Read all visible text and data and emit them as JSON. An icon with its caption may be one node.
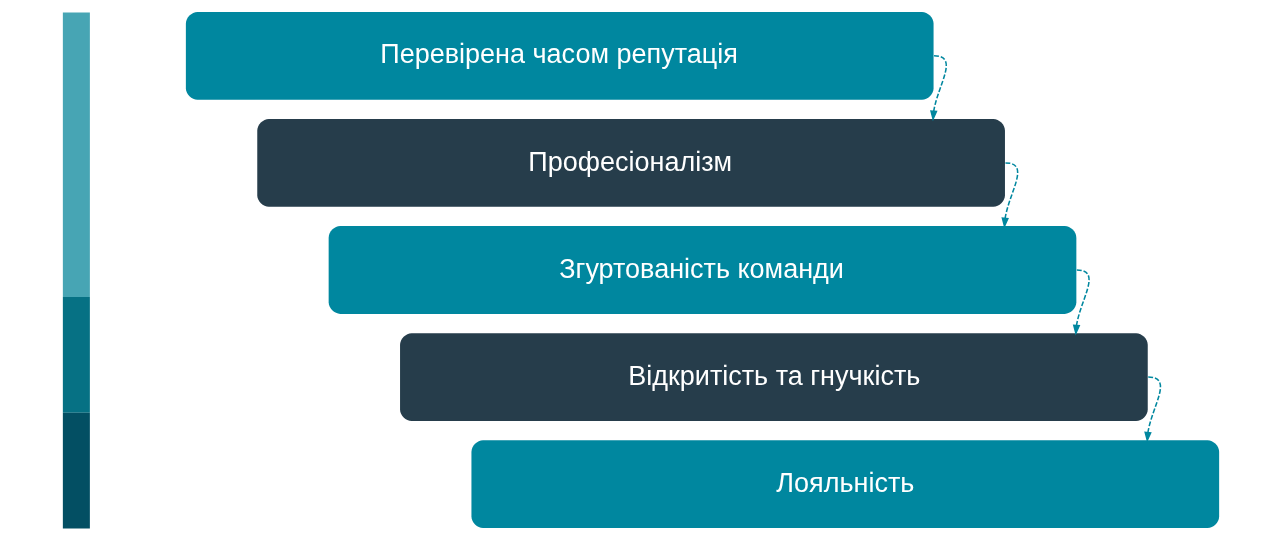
{
  "diagram": {
    "nodes": [
      {
        "text": [
          "Перевірена часом репутація"
        ]
      },
      {
        "text": [
          "Професіоналізм"
        ]
      },
      {
        "text": [
          "Згуртованість команди"
        ]
      },
      {
        "text": [
          "Відкритість та гнучкість"
        ]
      },
      {
        "text": [
          "Лояльність"
        ]
      },
      {
        "text": [],
        "shape": "bar"
      },
      {
        "text": [],
        "shape": "bar"
      },
      {
        "text": [],
        "shape": "bar"
      }
    ],
    "edges": [
      {
        "from": 0,
        "to": 1,
        "arrow": "to",
        "style": "dashed"
      },
      {
        "from": 1,
        "to": 2,
        "arrow": "to",
        "style": "dashed"
      },
      {
        "from": 2,
        "to": 3,
        "arrow": "to",
        "style": "dashed"
      },
      {
        "from": 3,
        "to": 4,
        "arrow": "to",
        "style": "dashed"
      }
    ]
  }
}
